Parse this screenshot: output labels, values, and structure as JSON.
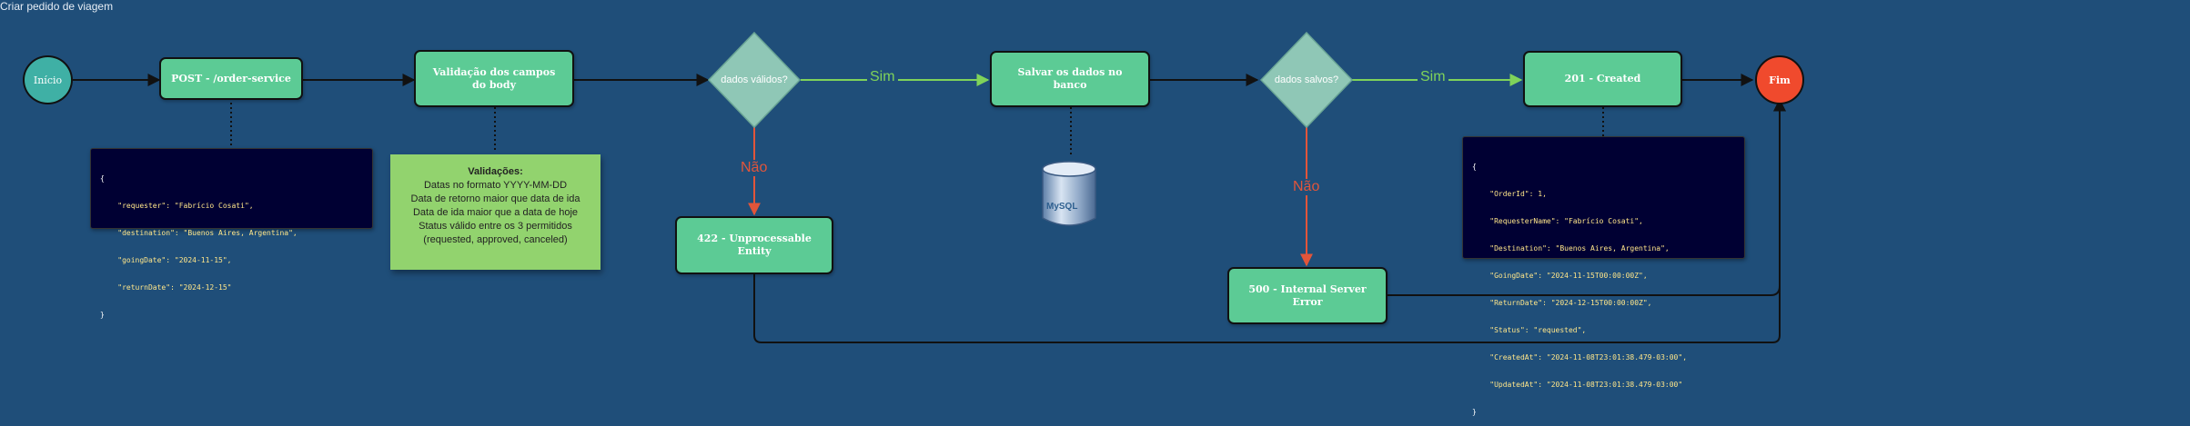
{
  "title": "Criar pedido de viagem",
  "colors": {
    "background": "#1f4e79",
    "process": "#5ccb95",
    "start": "#3fb0a5",
    "end": "#f04a2d",
    "decision": "#8fc7b6",
    "yes_edge": "#7fd35a",
    "no_edge": "#e2553a",
    "note": "#92d36e",
    "code_bg": "#000033"
  },
  "nodes": {
    "start": "Início",
    "post": "POST - /order-service",
    "validate": "Validação dos campos do body",
    "decision_valid": "dados válidos?",
    "save": "Salvar os dados no banco",
    "decision_saved": "dados salvos?",
    "created": "201 - Created",
    "end": "Fim",
    "unprocessable": "422 - Unprocessable Entity",
    "server_error": "500 - Internal Server Error"
  },
  "edges": {
    "yes1": "Sim",
    "yes2": "Sim",
    "no1": "Não",
    "no2": "Não"
  },
  "request_body": {
    "lines": [
      "{",
      "    \"requester\": \"Fabrício Cosati\",",
      "    \"destination\": \"Buenos Aires, Argentina\",",
      "    \"goingDate\": \"2024-11-15\",",
      "    \"returnDate\": \"2024-12-15\"",
      "}"
    ]
  },
  "response_body": {
    "lines": [
      "{",
      "    \"OrderId\": 1,",
      "    \"RequesterName\": \"Fabrício Cosati\",",
      "    \"Destination\": \"Buenos Aires, Argentina\",",
      "    \"GoingDate\": \"2024-11-15T00:00:00Z\",",
      "    \"ReturnDate\": \"2024-12-15T00:00:00Z\",",
      "    \"Status\": \"requested\",",
      "    \"CreatedAt\": \"2024-11-08T23:01:38.479-03:00\",",
      "    \"UpdatedAt\": \"2024-11-08T23:01:38.479-03:00\"",
      "}"
    ]
  },
  "validation_note": {
    "title": "Validações:",
    "lines": [
      "Datas no formato YYYY-MM-DD",
      "Data de retorno maior que data de ida",
      "Data de ida maior que a data de hoje",
      "Status válido entre os 3 permitidos",
      "(requested, approved, canceled)"
    ]
  },
  "database": {
    "logo_text": "MySQL"
  }
}
